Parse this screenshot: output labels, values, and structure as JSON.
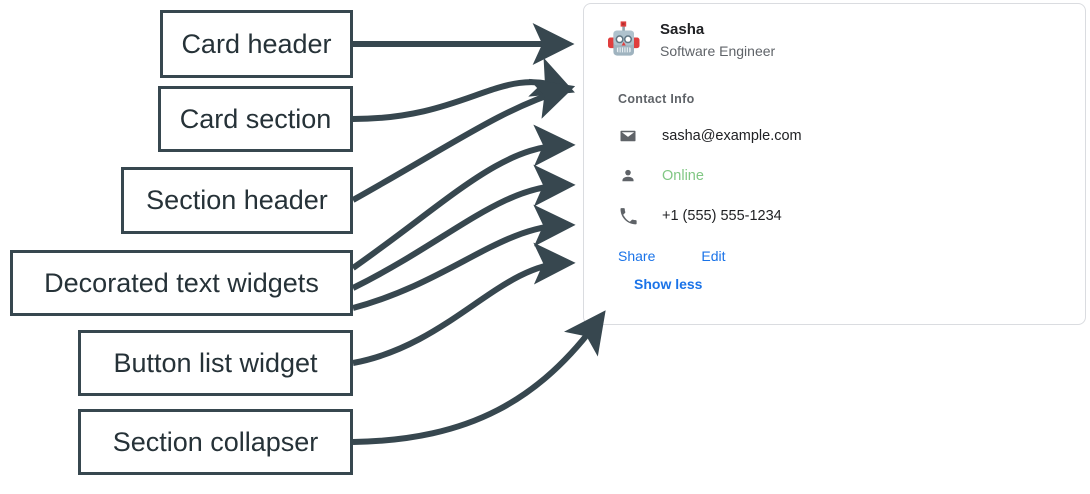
{
  "annotations": {
    "labels": [
      {
        "id": "card-header",
        "text": "Card header"
      },
      {
        "id": "card-section",
        "text": "Card section"
      },
      {
        "id": "section-header",
        "text": "Section header"
      },
      {
        "id": "decorated-text-widgets",
        "text": "Decorated text widgets"
      },
      {
        "id": "button-list-widget",
        "text": "Button list widget"
      },
      {
        "id": "section-collapser",
        "text": "Section collapser"
      }
    ],
    "line_color": "#37474f",
    "box_fill": "#ffffff"
  },
  "card": {
    "header": {
      "avatar_icon": "robot-avatar-icon",
      "title": "Sasha",
      "subtitle": "Software Engineer"
    },
    "section": {
      "header": "Contact Info",
      "rows": [
        {
          "icon": "email-icon",
          "text": "sasha@example.com",
          "color": "#202124"
        },
        {
          "icon": "person-icon",
          "text": "Online",
          "color": "#81c784"
        },
        {
          "icon": "phone-icon",
          "text": "+1 (555) 555-1234",
          "color": "#202124"
        }
      ],
      "buttons": [
        {
          "label": "Share"
        },
        {
          "label": "Edit"
        }
      ],
      "collapser": {
        "label": "Show less"
      }
    },
    "colors": {
      "link": "#1a73e8",
      "muted": "#5f6368",
      "text": "#202124",
      "border": "#dadce0",
      "online": "#81c784"
    }
  }
}
